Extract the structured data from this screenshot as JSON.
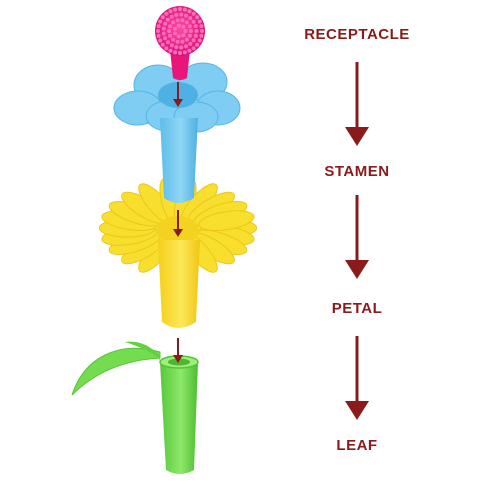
{
  "labels": {
    "receptacle": "RECEPTACLE",
    "stamen": "STAMEN",
    "petal": "PETAL",
    "leaf": "LEAF"
  },
  "colors": {
    "label_text": "#8b1a1a",
    "arrow": "#8b1a1a",
    "receptacle": "#e8157a",
    "stamen": "#66c4ee",
    "petal": "#f7dc2a",
    "leaf": "#6fdc4a",
    "insert_arrow": "#8b1a1a"
  },
  "icons": {
    "receptacle": "pink-receptacle-piece",
    "stamen": "blue-stamen-piece",
    "petal": "yellow-petal-piece",
    "leaf": "green-leaf-stem-piece"
  }
}
